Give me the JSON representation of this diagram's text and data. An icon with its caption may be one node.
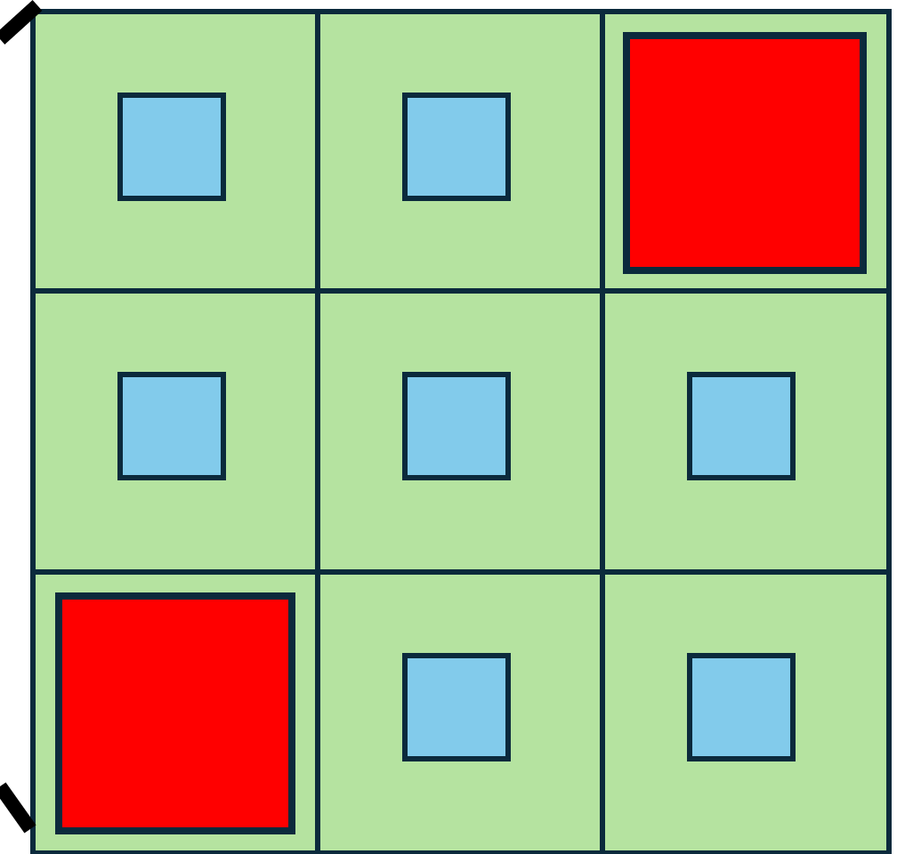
{
  "diagram": {
    "nodes": [
      {
        "text": [],
        "shape": "box"
      },
      {
        "text": [],
        "shape": "box",
        "in": 0
      },
      {
        "text": [],
        "shape": "box"
      },
      {
        "text": [],
        "shape": "box",
        "in": 2
      },
      {
        "text": [],
        "shape": "box"
      },
      {
        "text": [],
        "shape": "box",
        "in": 4
      },
      {
        "text": [],
        "shape": "box"
      },
      {
        "text": [],
        "shape": "box",
        "in": 6
      },
      {
        "text": [],
        "shape": "box"
      },
      {
        "text": [],
        "shape": "box",
        "in": 8
      },
      {
        "text": [],
        "shape": "box"
      },
      {
        "text": [],
        "shape": "box",
        "in": 10
      },
      {
        "text": [],
        "shape": "box"
      },
      {
        "text": [],
        "shape": "box",
        "in": 12
      },
      {
        "text": [],
        "shape": "box"
      },
      {
        "text": [],
        "shape": "box",
        "in": 14
      },
      {
        "text": [],
        "shape": "box"
      },
      {
        "text": [],
        "shape": "box",
        "in": 16
      }
    ]
  }
}
